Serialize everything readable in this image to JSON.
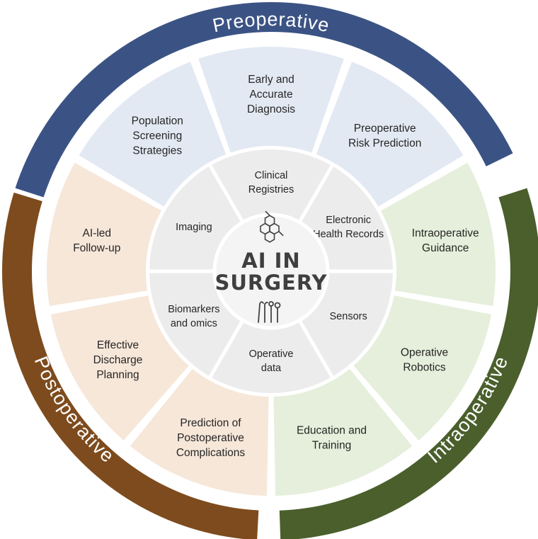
{
  "colors": {
    "background": "#ffffff",
    "preoperative": "#3b5384",
    "intraoperative": "#4a5f2c",
    "postoperative": "#7d4b1d",
    "preoperative_light": "#e2e9f3",
    "intraoperative_light": "#e5efdb",
    "postoperative_light": "#f6e7d9",
    "data_ring": "#ececec",
    "center": "#f4f4f4",
    "icon": "#444444"
  },
  "phases": [
    {
      "id": "preoperative",
      "label": "Preoperative"
    },
    {
      "id": "intraoperative",
      "label": "Intraoperative"
    },
    {
      "id": "postoperative",
      "label": "Postoperative"
    }
  ],
  "applications": [
    {
      "id": "population-screening",
      "phase": "preoperative",
      "lines": [
        "Population",
        "Screening",
        "Strategies"
      ]
    },
    {
      "id": "early-diagnosis",
      "phase": "preoperative",
      "lines": [
        "Early and",
        "Accurate",
        "Diagnosis"
      ]
    },
    {
      "id": "risk-prediction",
      "phase": "preoperative",
      "lines": [
        "Preoperative",
        "Risk Prediction"
      ]
    },
    {
      "id": "intraoperative-guidance",
      "phase": "intraoperative",
      "lines": [
        "Intraoperative",
        "Guidance"
      ]
    },
    {
      "id": "operative-robotics",
      "phase": "intraoperative",
      "lines": [
        "Operative",
        "Robotics"
      ]
    },
    {
      "id": "education-training",
      "phase": "intraoperative",
      "lines": [
        "Education and",
        "Training"
      ]
    },
    {
      "id": "postoperative-complications",
      "phase": "postoperative",
      "lines": [
        "Prediction of",
        "Postoperative",
        "Complications"
      ]
    },
    {
      "id": "discharge-planning",
      "phase": "postoperative",
      "lines": [
        "Effective",
        "Discharge",
        "Planning"
      ]
    },
    {
      "id": "ai-follow-up",
      "phase": "postoperative",
      "lines": [
        "AI-led",
        "Follow-up"
      ]
    }
  ],
  "data_sources": [
    {
      "id": "clinical-registries",
      "lines": [
        "Clinical",
        "Registries"
      ]
    },
    {
      "id": "electronic-health-records",
      "lines": [
        "Electronic",
        "Health Records"
      ]
    },
    {
      "id": "sensors",
      "lines": [
        "Sensors"
      ]
    },
    {
      "id": "operative-data",
      "lines": [
        "Operative",
        "data"
      ]
    },
    {
      "id": "biomarkers-omics",
      "lines": [
        "Biomarkers",
        "and omics"
      ]
    },
    {
      "id": "imaging",
      "lines": [
        "Imaging"
      ]
    }
  ],
  "center": {
    "title_lines": [
      "AI IN",
      "SURGERY"
    ],
    "top_icon": "molecule-icon",
    "bottom_icon": "surgical-instruments-icon"
  }
}
